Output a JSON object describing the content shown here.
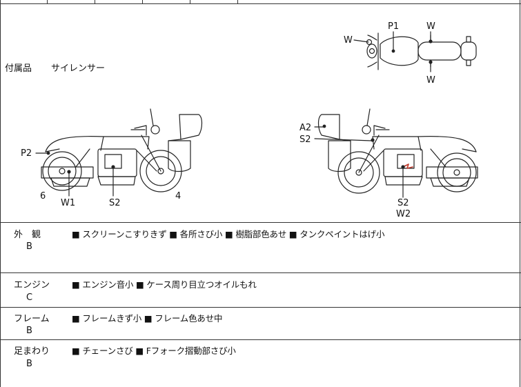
{
  "accessory": {
    "label": "付属品",
    "value": "サイレンサー"
  },
  "diagram_labels": {
    "top_p1": "P1",
    "top_w_left": "W",
    "top_w_right": "W",
    "top_w_bottom": "W",
    "left_p2": "P2",
    "left_6": "6",
    "left_w1": "W1",
    "left_s2": "S2",
    "left_4": "4",
    "right_a2": "A2",
    "right_s2": "S2",
    "right_s2_bottom": "S2",
    "right_w2": "W2"
  },
  "conditions": [
    {
      "label": "外　観",
      "grade": "B",
      "notes": "■ スクリーンこすりきず ■ 各所さび小 ■ 樹脂部色あせ ■ タンクペイントはげ小"
    },
    {
      "label": "エンジン",
      "grade": "C",
      "notes": "■ エンジン音小 ■ ケース周り目立つオイルもれ"
    },
    {
      "label": "フレーム",
      "grade": "B",
      "notes": "■ フレームきず小 ■ フレーム色あせ中"
    },
    {
      "label": "足まわり",
      "grade": "B",
      "notes": "■ チェーンさび ■ Fフォーク摺動部さび小"
    }
  ]
}
